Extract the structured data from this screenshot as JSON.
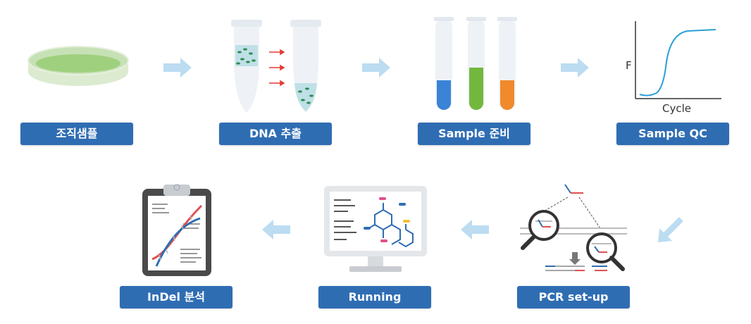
{
  "colors": {
    "label_bg": "#2f6db3",
    "arrow": "#bcdcf2",
    "blue_tube": "#3a83d6",
    "green_tube": "#72b83e",
    "orange_tube": "#f08a2c",
    "curve": "#2a9fd6"
  },
  "steps": [
    {
      "label": "조직샘플",
      "icon": "petri-dish-icon"
    },
    {
      "label": "DNA 추출",
      "icon": "extraction-tubes-icon"
    },
    {
      "label": "Sample 준비",
      "icon": "sample-tubes-icon"
    },
    {
      "label": "Sample QC",
      "icon": "qc-curve-icon"
    },
    {
      "label": "PCR set-up",
      "icon": "magnifier-dna-icon"
    },
    {
      "label": "Running",
      "icon": "monitor-molecule-icon"
    },
    {
      "label": "InDel 분석",
      "icon": "clipboard-dna-icon"
    }
  ],
  "qc_chart": {
    "y_axis_label": "F",
    "x_axis_label": "Cycle"
  }
}
